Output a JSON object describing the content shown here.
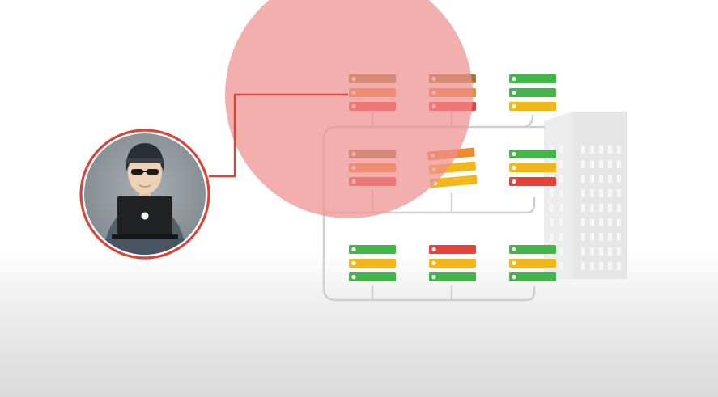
{
  "colors": {
    "background": "#ffffff",
    "threat_zone": "#ef8f8f",
    "attack_line": "#d9453b",
    "connector": "#cfcfcf",
    "building": "#e6e6e6",
    "ok": "#43b649",
    "warning": "#f2b81b",
    "alert": "#e5433a",
    "compromised_warning": "#ee8a2e",
    "compromised_dim": "#9b7b3a",
    "avatar_ring": "#d9453b",
    "avatar_bg": "#7e878e",
    "laptop": "#202224"
  },
  "hacker": {
    "icon": "hacker-with-laptop-icon",
    "status": "attacker"
  },
  "threat_zone": {
    "icon": "threat-radius",
    "status": "active"
  },
  "building": {
    "icon": "office-building-icon"
  },
  "server_groups": [
    {
      "name": "row-1",
      "racks": [
        {
          "name": "r1-c1",
          "units": [
            "compromised_dim",
            "compromised_warning",
            "alert"
          ],
          "tilted": false,
          "targeted": true
        },
        {
          "name": "r1-c2",
          "units": [
            "compromised_dim",
            "compromised_warning",
            "alert"
          ],
          "tilted": false,
          "targeted": false
        },
        {
          "name": "r1-c3",
          "units": [
            "ok",
            "ok",
            "warning"
          ],
          "tilted": false,
          "targeted": false
        }
      ]
    },
    {
      "name": "row-2",
      "racks": [
        {
          "name": "r2-c1",
          "units": [
            "compromised_dim",
            "compromised_warning",
            "alert"
          ],
          "tilted": false,
          "targeted": false
        },
        {
          "name": "r2-c2",
          "units": [
            "compromised_warning",
            "warning",
            "warning"
          ],
          "tilted": true,
          "targeted": false
        },
        {
          "name": "r2-c3",
          "units": [
            "ok",
            "warning",
            "alert"
          ],
          "tilted": false,
          "targeted": false
        }
      ]
    },
    {
      "name": "row-3",
      "racks": [
        {
          "name": "r3-c1",
          "units": [
            "ok",
            "warning",
            "ok"
          ],
          "tilted": false,
          "targeted": false
        },
        {
          "name": "r3-c2",
          "units": [
            "alert",
            "warning",
            "ok"
          ],
          "tilted": false,
          "targeted": false
        },
        {
          "name": "r3-c3",
          "units": [
            "ok",
            "warning",
            "ok"
          ],
          "tilted": false,
          "targeted": false
        }
      ]
    }
  ]
}
